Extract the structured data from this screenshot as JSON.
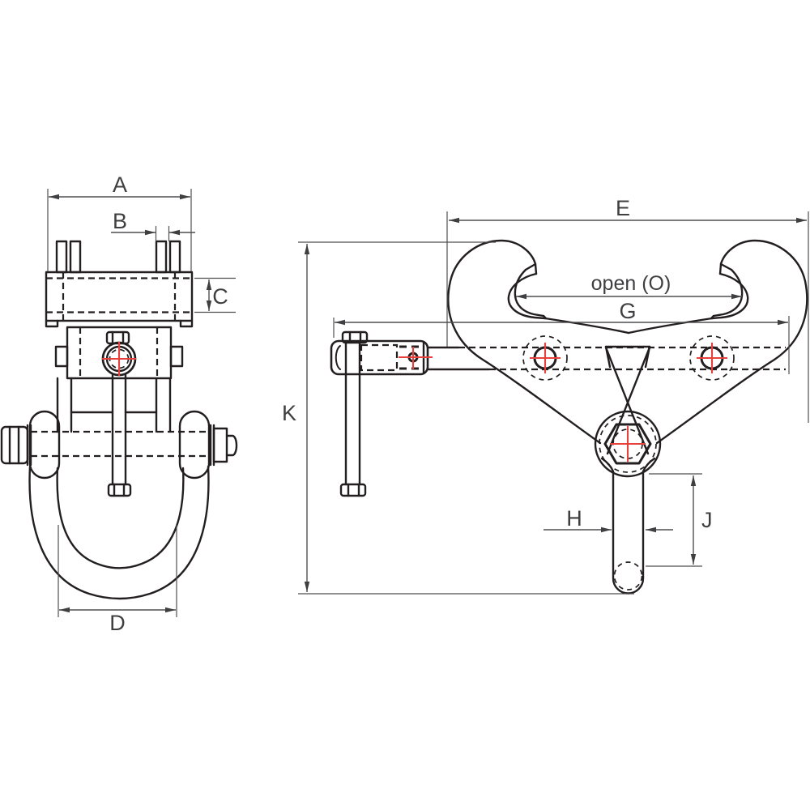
{
  "drawing": {
    "title": "Beam clamp dimensional drawing",
    "views": {
      "front": "front-view",
      "side": "side-view"
    },
    "labels": {
      "A": "A",
      "B": "B",
      "C": "C",
      "D": "D",
      "E": "E",
      "open": "open (O)",
      "G": "G",
      "H": "H",
      "J": "J",
      "K": "K"
    },
    "colors": {
      "part_line": "#231f20",
      "dimension_line": "#4f4f51",
      "centerline_red": "#e8413c",
      "label_text": "#3f3f41",
      "background": "#ffffff"
    }
  }
}
